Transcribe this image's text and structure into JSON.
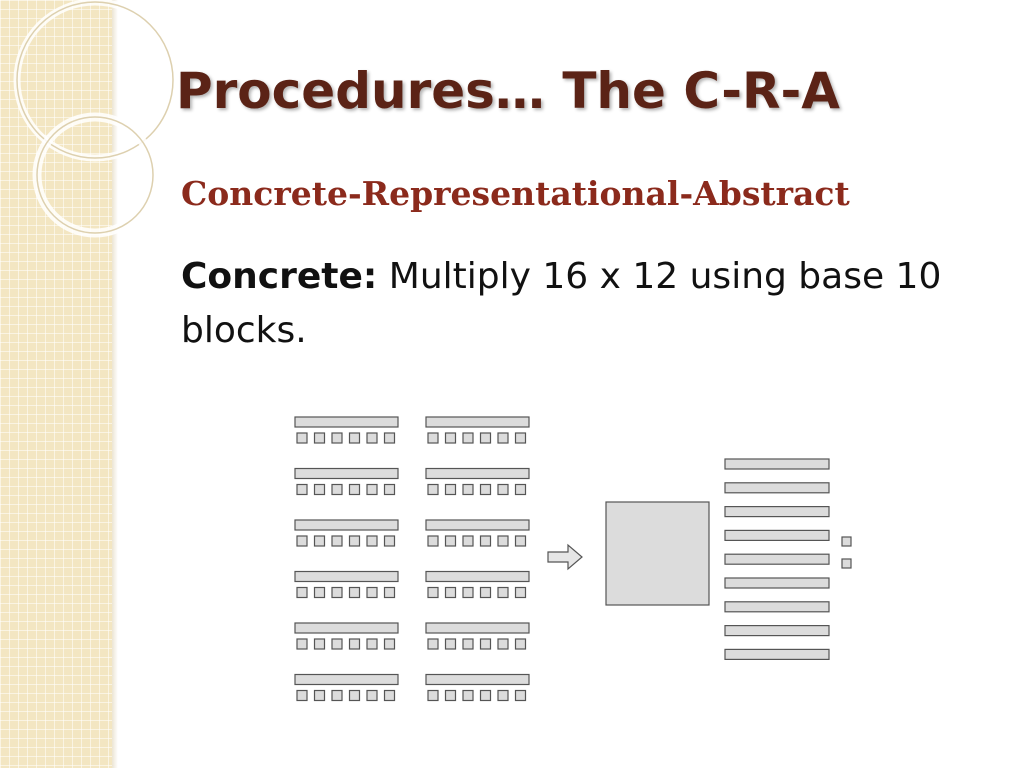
{
  "slide": {
    "title": "Procedures… The C-R-A",
    "subtitle": "Concrete-Representational-Abstract",
    "body_label": "Concrete:",
    "body_line_1": "Multiply 16 x 12 using base 10",
    "body_line_2": "blocks."
  },
  "figure": {
    "group_count": 2,
    "rows_per_group": 6,
    "unit_cubes_per_row": 6,
    "result": {
      "hundreds": 1,
      "tens": 9,
      "ones": 2
    },
    "arrow_icon": "right-arrow-icon"
  },
  "colors": {
    "title": "#5b2316",
    "subtitle": "#8b2a1c",
    "sidebar": "#f3e6c2",
    "block_fill": "#dcdcdc",
    "block_stroke": "#555555"
  }
}
